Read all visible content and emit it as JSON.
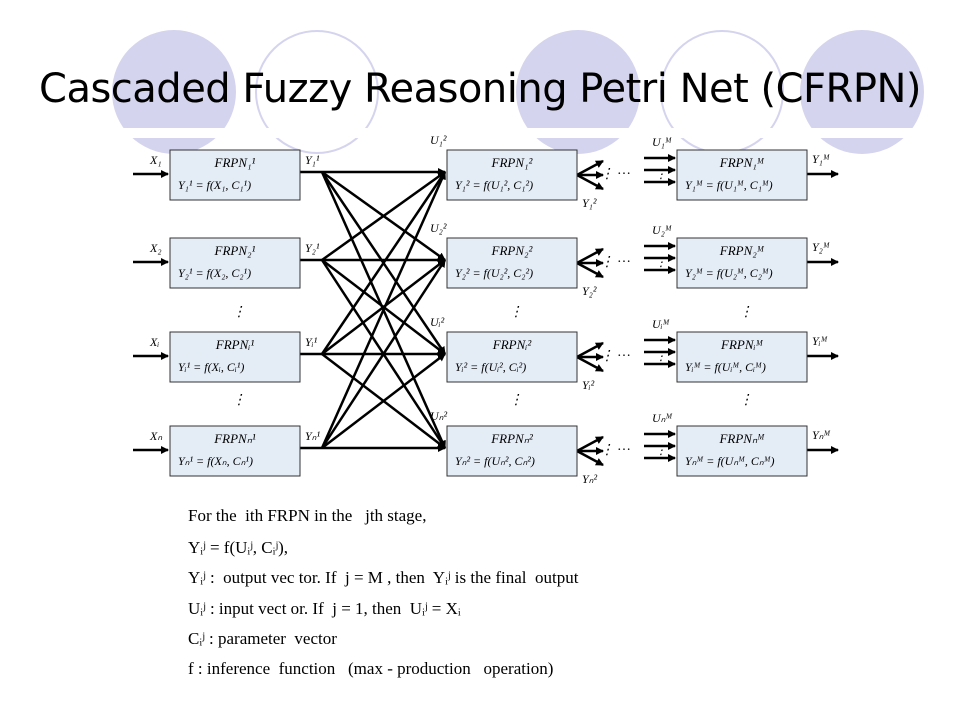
{
  "title": "Cascaded Fuzzy Reasoning Petri Net (CFRPN)",
  "stage1": {
    "blocks": [
      {
        "name": "FRPN₁¹",
        "eq": "Y₁¹ = f(X₁, C₁¹)",
        "input": "X₁",
        "output": "Y₁¹"
      },
      {
        "name": "FRPN₂¹",
        "eq": "Y₂¹ = f(X₂, C₂¹)",
        "input": "X₂",
        "output": "Y₂¹"
      },
      {
        "name": "FRPNᵢ¹",
        "eq": "Yᵢ¹ = f(Xᵢ, Cᵢ¹)",
        "input": "Xᵢ",
        "output": "Yᵢ¹"
      },
      {
        "name": "FRPNₙ¹",
        "eq": "Yₙ¹ = f(Xₙ, Cₙ¹)",
        "input": "Xₙ",
        "output": "Yₙ¹"
      }
    ]
  },
  "stage2": {
    "blocks": [
      {
        "name": "FRPN₁²",
        "eq": "Y₁² = f(U₁², C₁²)",
        "input": "U₁²",
        "output": "Y₁²"
      },
      {
        "name": "FRPN₂²",
        "eq": "Y₂² = f(U₂², C₂²)",
        "input": "U₂²",
        "output": "Y₂²"
      },
      {
        "name": "FRPNᵢ²",
        "eq": "Yᵢ² = f(Uᵢ², Cᵢ²)",
        "input": "Uᵢ²",
        "output": "Yᵢ²"
      },
      {
        "name": "FRPNₙ²",
        "eq": "Yₙ² = f(Uₙ², Cₙ²)",
        "input": "Uₙ²",
        "output": "Yₙ²"
      }
    ]
  },
  "stageM": {
    "blocks": [
      {
        "name": "FRPN₁ᴹ",
        "eq": "Y₁ᴹ = f(U₁ᴹ, C₁ᴹ)",
        "input": "U₁ᴹ",
        "output": "Y₁ᴹ"
      },
      {
        "name": "FRPN₂ᴹ",
        "eq": "Y₂ᴹ = f(U₂ᴹ, C₂ᴹ)",
        "input": "U₂ᴹ",
        "output": "Y₂ᴹ"
      },
      {
        "name": "FRPNᵢᴹ",
        "eq": "Yᵢᴹ = f(Uᵢᴹ, Cᵢᴹ)",
        "input": "Uᵢᴹ",
        "output": "Yᵢᴹ"
      },
      {
        "name": "FRPNₙᴹ",
        "eq": "Yₙᴹ = f(Uₙᴹ, Cₙᴹ)",
        "input": "Uₙᴹ",
        "output": "Yₙᴹ"
      }
    ]
  },
  "dots": "⋮",
  "ellipsis": "…",
  "legend": {
    "line1": "For the  ith FRPN in the   jth stage,",
    "line2": "Yᵢʲ = f(Uᵢʲ, Cᵢʲ),",
    "line3": "Yᵢʲ :  output vec tor. If  j = M , then  Yᵢʲ is the final  output",
    "line4": "Uᵢʲ : input vect or. If  j = 1, then  Uᵢʲ = Xᵢ",
    "line5": "Cᵢʲ : parameter  vector",
    "line6": "f : inference  function   (max - production   operation)"
  },
  "colors": {
    "circle": "#d4d4ee",
    "box_fill": "#e4ecf6",
    "box_border": "#333333"
  }
}
